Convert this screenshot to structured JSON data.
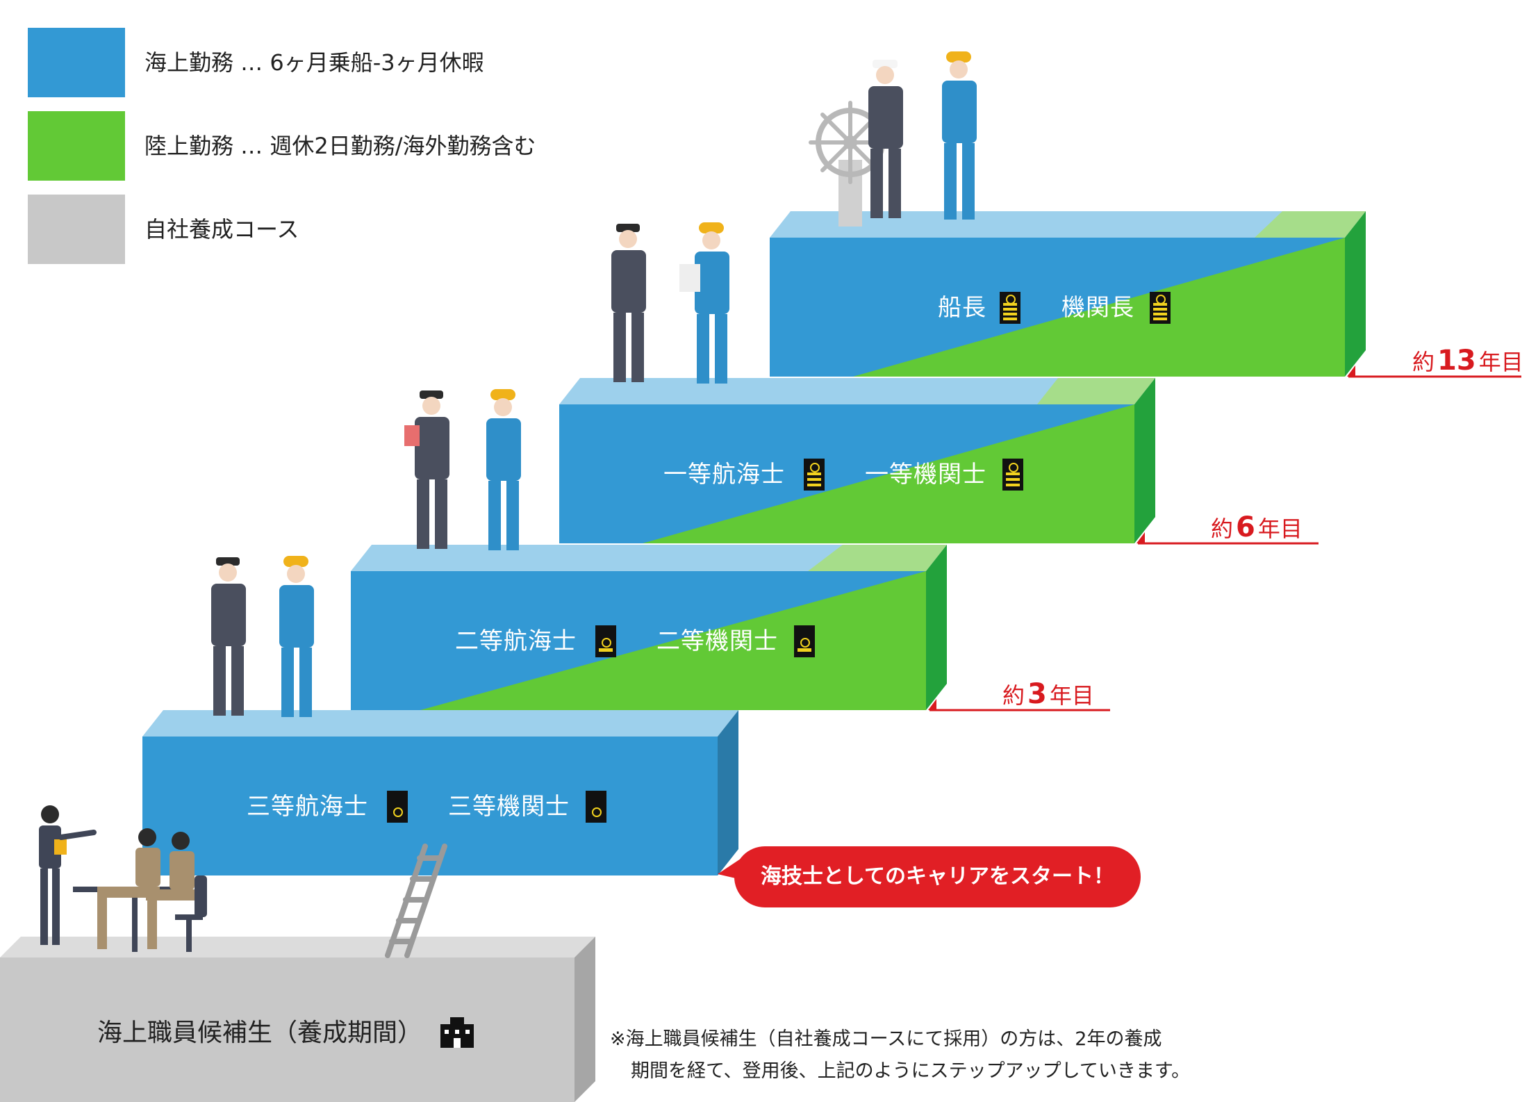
{
  "legend": [
    {
      "label": "海上勤務 … 6ヶ月乗船-3ヶ月休暇",
      "color": "#3399d4"
    },
    {
      "label": "陸上勤務 … 週休2日勤務/海外勤務含む",
      "color": "#62c936"
    },
    {
      "label": "自社養成コース",
      "color": "#c8c8c8"
    }
  ],
  "steps": [
    {
      "left": "三等航海士",
      "right": "三等機関士",
      "stripes": 0
    },
    {
      "left": "二等航海士",
      "right": "二等機関士",
      "stripes": 1
    },
    {
      "left": "一等航海士",
      "right": "一等機関士",
      "stripes": 3
    },
    {
      "left": "船長",
      "right": "機関長",
      "stripes": 4
    }
  ],
  "years": [
    {
      "prefix": "約",
      "num": "3",
      "suffix": "年目"
    },
    {
      "prefix": "約",
      "num": "6",
      "suffix": "年目"
    },
    {
      "prefix": "約",
      "num": "13",
      "suffix": "年目"
    }
  ],
  "start_callout": "海技士としてのキャリアをスタート！",
  "base": {
    "label": "海上職員候補生（養成期間）"
  },
  "footnote": {
    "line1": "※海上職員候補生（自社養成コースにて採用）の方は、2年の養成",
    "line2": "期間を経て、登用後、上記のようにステップアップしていきます。"
  },
  "colors": {
    "sea": "#3399d4",
    "sea_top": "#9dd0ec",
    "sea_side": "#2a7aa8",
    "land": "#62c936",
    "land_top": "#a6dd8a",
    "land_side": "#23a23c",
    "gray": "#c8c8c8",
    "gray_top": "#dcdcdc",
    "gray_side": "#a6a6a6",
    "accent": "#d81a1f",
    "rank_bg": "#111111",
    "rank_gold": "#f2d21e",
    "officer_uniform": "#4a4f5e",
    "engineer_uniform": "#2f8fc9",
    "helmet": "#f0b21a"
  },
  "icons": {
    "rank": "rank-insignia-icon",
    "building": "building-icon",
    "wheel": "ship-wheel-icon",
    "ladder": "ladder-icon"
  }
}
